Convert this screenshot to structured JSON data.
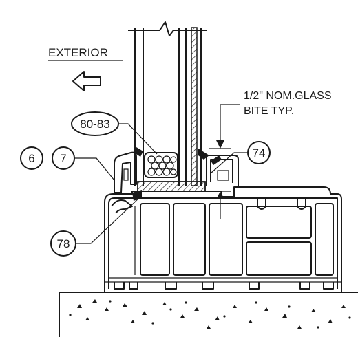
{
  "labels": {
    "exterior": "EXTERIOR",
    "glass_bite_line1": "1/2\" NOM.GLASS",
    "glass_bite_line2": "BITE TYP."
  },
  "callouts": {
    "setting_block": "80-83",
    "glazing_bead": "6",
    "bead_clip": "7",
    "interior_gasket": "74",
    "exterior_gasket": "78"
  },
  "icons": {
    "direction": "arrow-left-outline-icon"
  }
}
